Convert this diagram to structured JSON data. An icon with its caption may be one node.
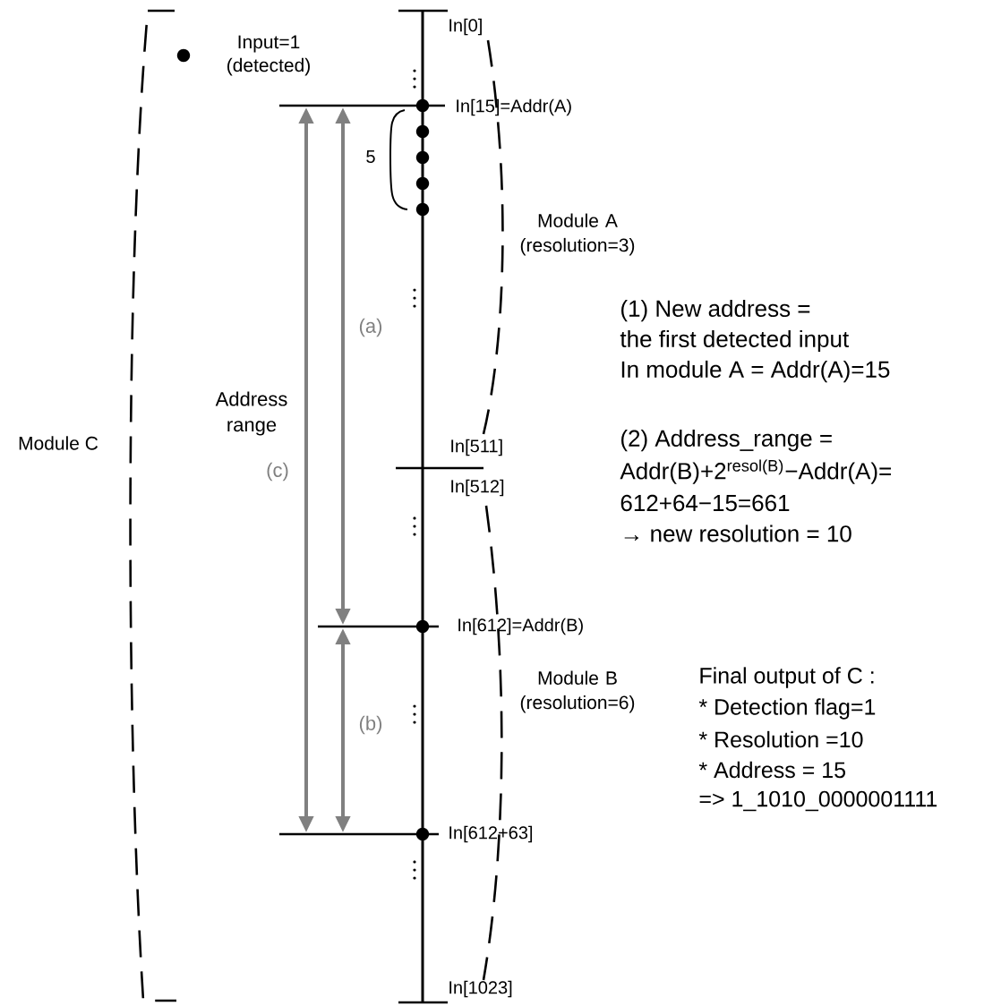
{
  "diagram": {
    "labels": [
      "In[0]",
      "In[15]=Addr(A)",
      "5",
      "Module A (resolution=3)",
      "(1) New address =",
      "the first detected input",
      "In module A = Addr(A)=15",
      "(a)",
      "Address range",
      "Module C",
      "(c)",
      "In[511]",
      "In[512]",
      "(2) Address_range =",
      "Addr(B)+2$^{resol(B)}$−Addr(A)=",
      "612+64−15=661",
      "→ new resolution = 10",
      "In[612]=Addr(B)",
      "Module B (resolution=6)",
      "(b)",
      "Final output of C :",
      "* Detection flag=1",
      "* Resolution =10",
      "* Address = 15",
      "=> 1_1010_0000001111",
      "In[612+63]",
      "In[1023]"
    ],
    "legend": [
      {
        "text": "Input=1 (detected)"
      }
    ]
  }
}
